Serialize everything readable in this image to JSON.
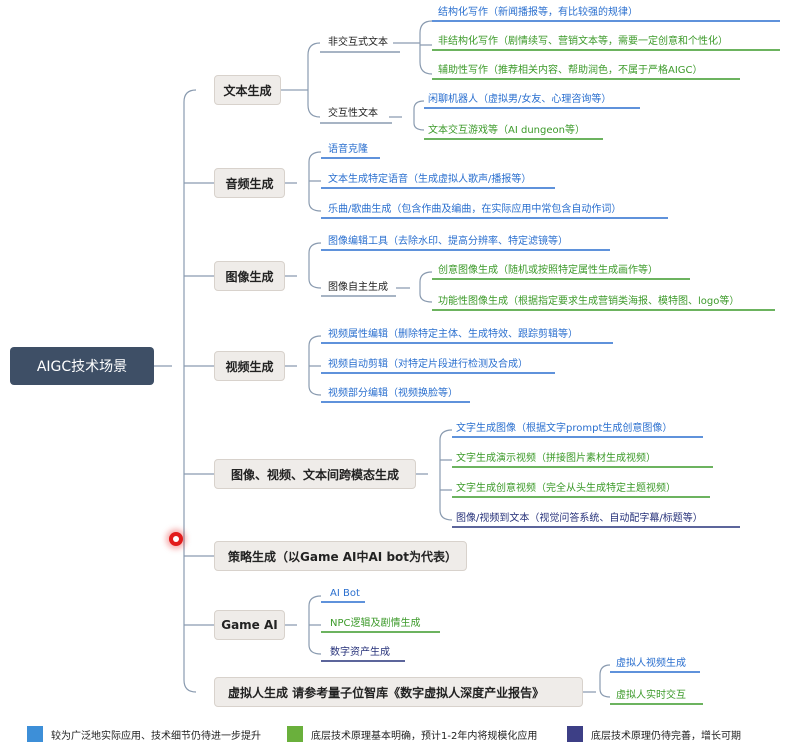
{
  "colors": {
    "blue": "#2a6fcf",
    "green": "#3c9a2a",
    "navy": "#27327a",
    "line": "#8a9bb0"
  },
  "root": "AIGC技术场景",
  "categories": {
    "text": "文本生成",
    "audio": "音频生成",
    "image": "图像生成",
    "video": "视频生成",
    "cross": "图像、视频、文本间跨模态生成",
    "strategy": "策略生成（以Game AI中AI bot为代表）",
    "gameai": "Game AI",
    "virtual": "虚拟人生成  请参考量子位智库《数字虚拟人深度产业报告》"
  },
  "text": {
    "non_interactive": "非交互式文本",
    "structured": "结构化写作（新闻播报等，有比较强的规律）",
    "unstructured": "非结构化写作（剧情续写、营销文本等，需要一定创意和个性化）",
    "assistive": "辅助性写作（推荐相关内容、帮助润色，不属于严格AIGC）",
    "interactive": "交互性文本",
    "chatbot": "闲聊机器人（虚拟男/女友、心理咨询等）",
    "textgame": "文本交互游戏等（AI dungeon等）"
  },
  "audio": {
    "voice_clone": "语音克隆",
    "tts": "文本生成特定语音（生成虚拟人歌声/播报等）",
    "music": "乐曲/歌曲生成（包含作曲及编曲，在实际应用中常包含自动作词）"
  },
  "image": {
    "edit_tools": "图像编辑工具（去除水印、提高分辨率、特定滤镜等）",
    "autonomous": "图像自主生成",
    "creative": "创意图像生成（随机或按照特定属性生成画作等）",
    "functional": "功能性图像生成（根据指定要求生成营销类海报、模特图、logo等）"
  },
  "video": {
    "attr_edit": "视频属性编辑（删除特定主体、生成特效、跟踪剪辑等）",
    "auto_clip": "视频自动剪辑（对特定片段进行检测及合成）",
    "part_edit": "视频部分编辑（视频换脸等）"
  },
  "cross": {
    "t2i": "文字生成图像（根据文字prompt生成创意图像）",
    "t2demo": "文字生成演示视频（拼接图片素材生成视频）",
    "t2creative": "文字生成创意视频（完全从头生成特定主题视频）",
    "i2t": "图像/视频到文本（视觉问答系统、自动配字幕/标题等）"
  },
  "gameai": {
    "ai_bot": "AI Bot",
    "npc": "NPC逻辑及剧情生成",
    "assets": "数字资产生成"
  },
  "virtual": {
    "video": "虚拟人视频生成",
    "realtime": "虚拟人实时交互"
  },
  "legend": {
    "blue": "较为广泛地实际应用、技术细节仍待进一步提升",
    "green": "底层技术原理基本明确，预计1-2年内将规模化应用",
    "navy": "底层技术原理仍待完善，增长可期"
  }
}
